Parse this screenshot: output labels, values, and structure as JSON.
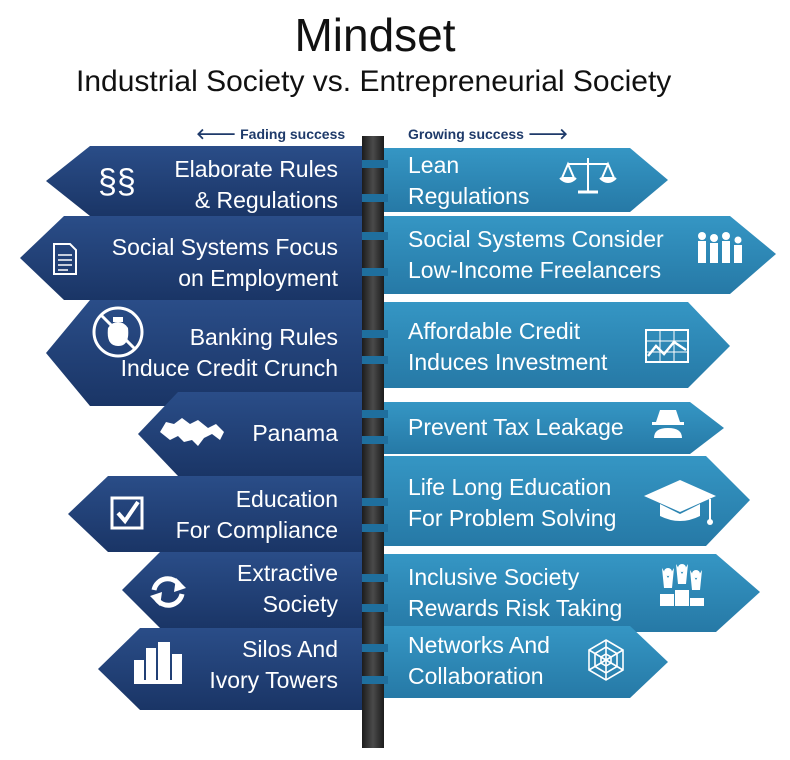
{
  "title": "Mindset",
  "subtitle": "Industrial Society  vs. Entrepreneurial Society",
  "legend": {
    "fading": "Fading success",
    "growing": "Growing success",
    "left_arrow": "🡐",
    "right_arrow": "🡒"
  },
  "left_signs": [
    {
      "line1": "Elaborate Rules",
      "line2": "& Regulations",
      "icon": "section-sign-icon",
      "glyph": "§§"
    },
    {
      "line1": "Social Systems Focus",
      "line2": "on Employment",
      "icon": "document-icon"
    },
    {
      "line1": "Banking Rules",
      "line2": "Induce Credit Crunch",
      "icon": "no-money-bag-icon",
      "glyph": "$"
    },
    {
      "line1": "Panama",
      "line2": "",
      "icon": "panama-map-icon"
    },
    {
      "line1": "Education",
      "line2": "For Compliance",
      "icon": "checkbox-icon",
      "glyph": "✓"
    },
    {
      "line1": "Extractive",
      "line2": "Society",
      "icon": "recycle-arrows-icon"
    },
    {
      "line1": "Silos And",
      "line2": "Ivory Towers",
      "icon": "city-buildings-icon"
    }
  ],
  "right_signs": [
    {
      "line1": "Lean",
      "line2": "Regulations",
      "icon": "scales-icon"
    },
    {
      "line1": "Social Systems Consider",
      "line2": "Low-Income Freelancers",
      "icon": "people-group-icon"
    },
    {
      "line1": "Affordable Credit",
      "line2": "Induces Investment",
      "icon": "chart-icon"
    },
    {
      "line1": "Prevent Tax Leakage",
      "line2": "",
      "icon": "spy-icon"
    },
    {
      "line1": "Life Long Education",
      "line2": "For Problem Solving",
      "icon": "graduation-cap-icon"
    },
    {
      "line1": "Inclusive Society",
      "line2": "Rewards Risk Taking",
      "icon": "winners-podium-icon"
    },
    {
      "line1": "Networks And",
      "line2": "Collaboration",
      "icon": "spider-web-icon"
    }
  ],
  "colors": {
    "left_sign": "#22427a",
    "left_sign_dark": "#17305c",
    "right_sign": "#2f8ab8",
    "right_sign_dark": "#236f99",
    "pole": "#2b2b2b",
    "text": "#ffffff"
  }
}
